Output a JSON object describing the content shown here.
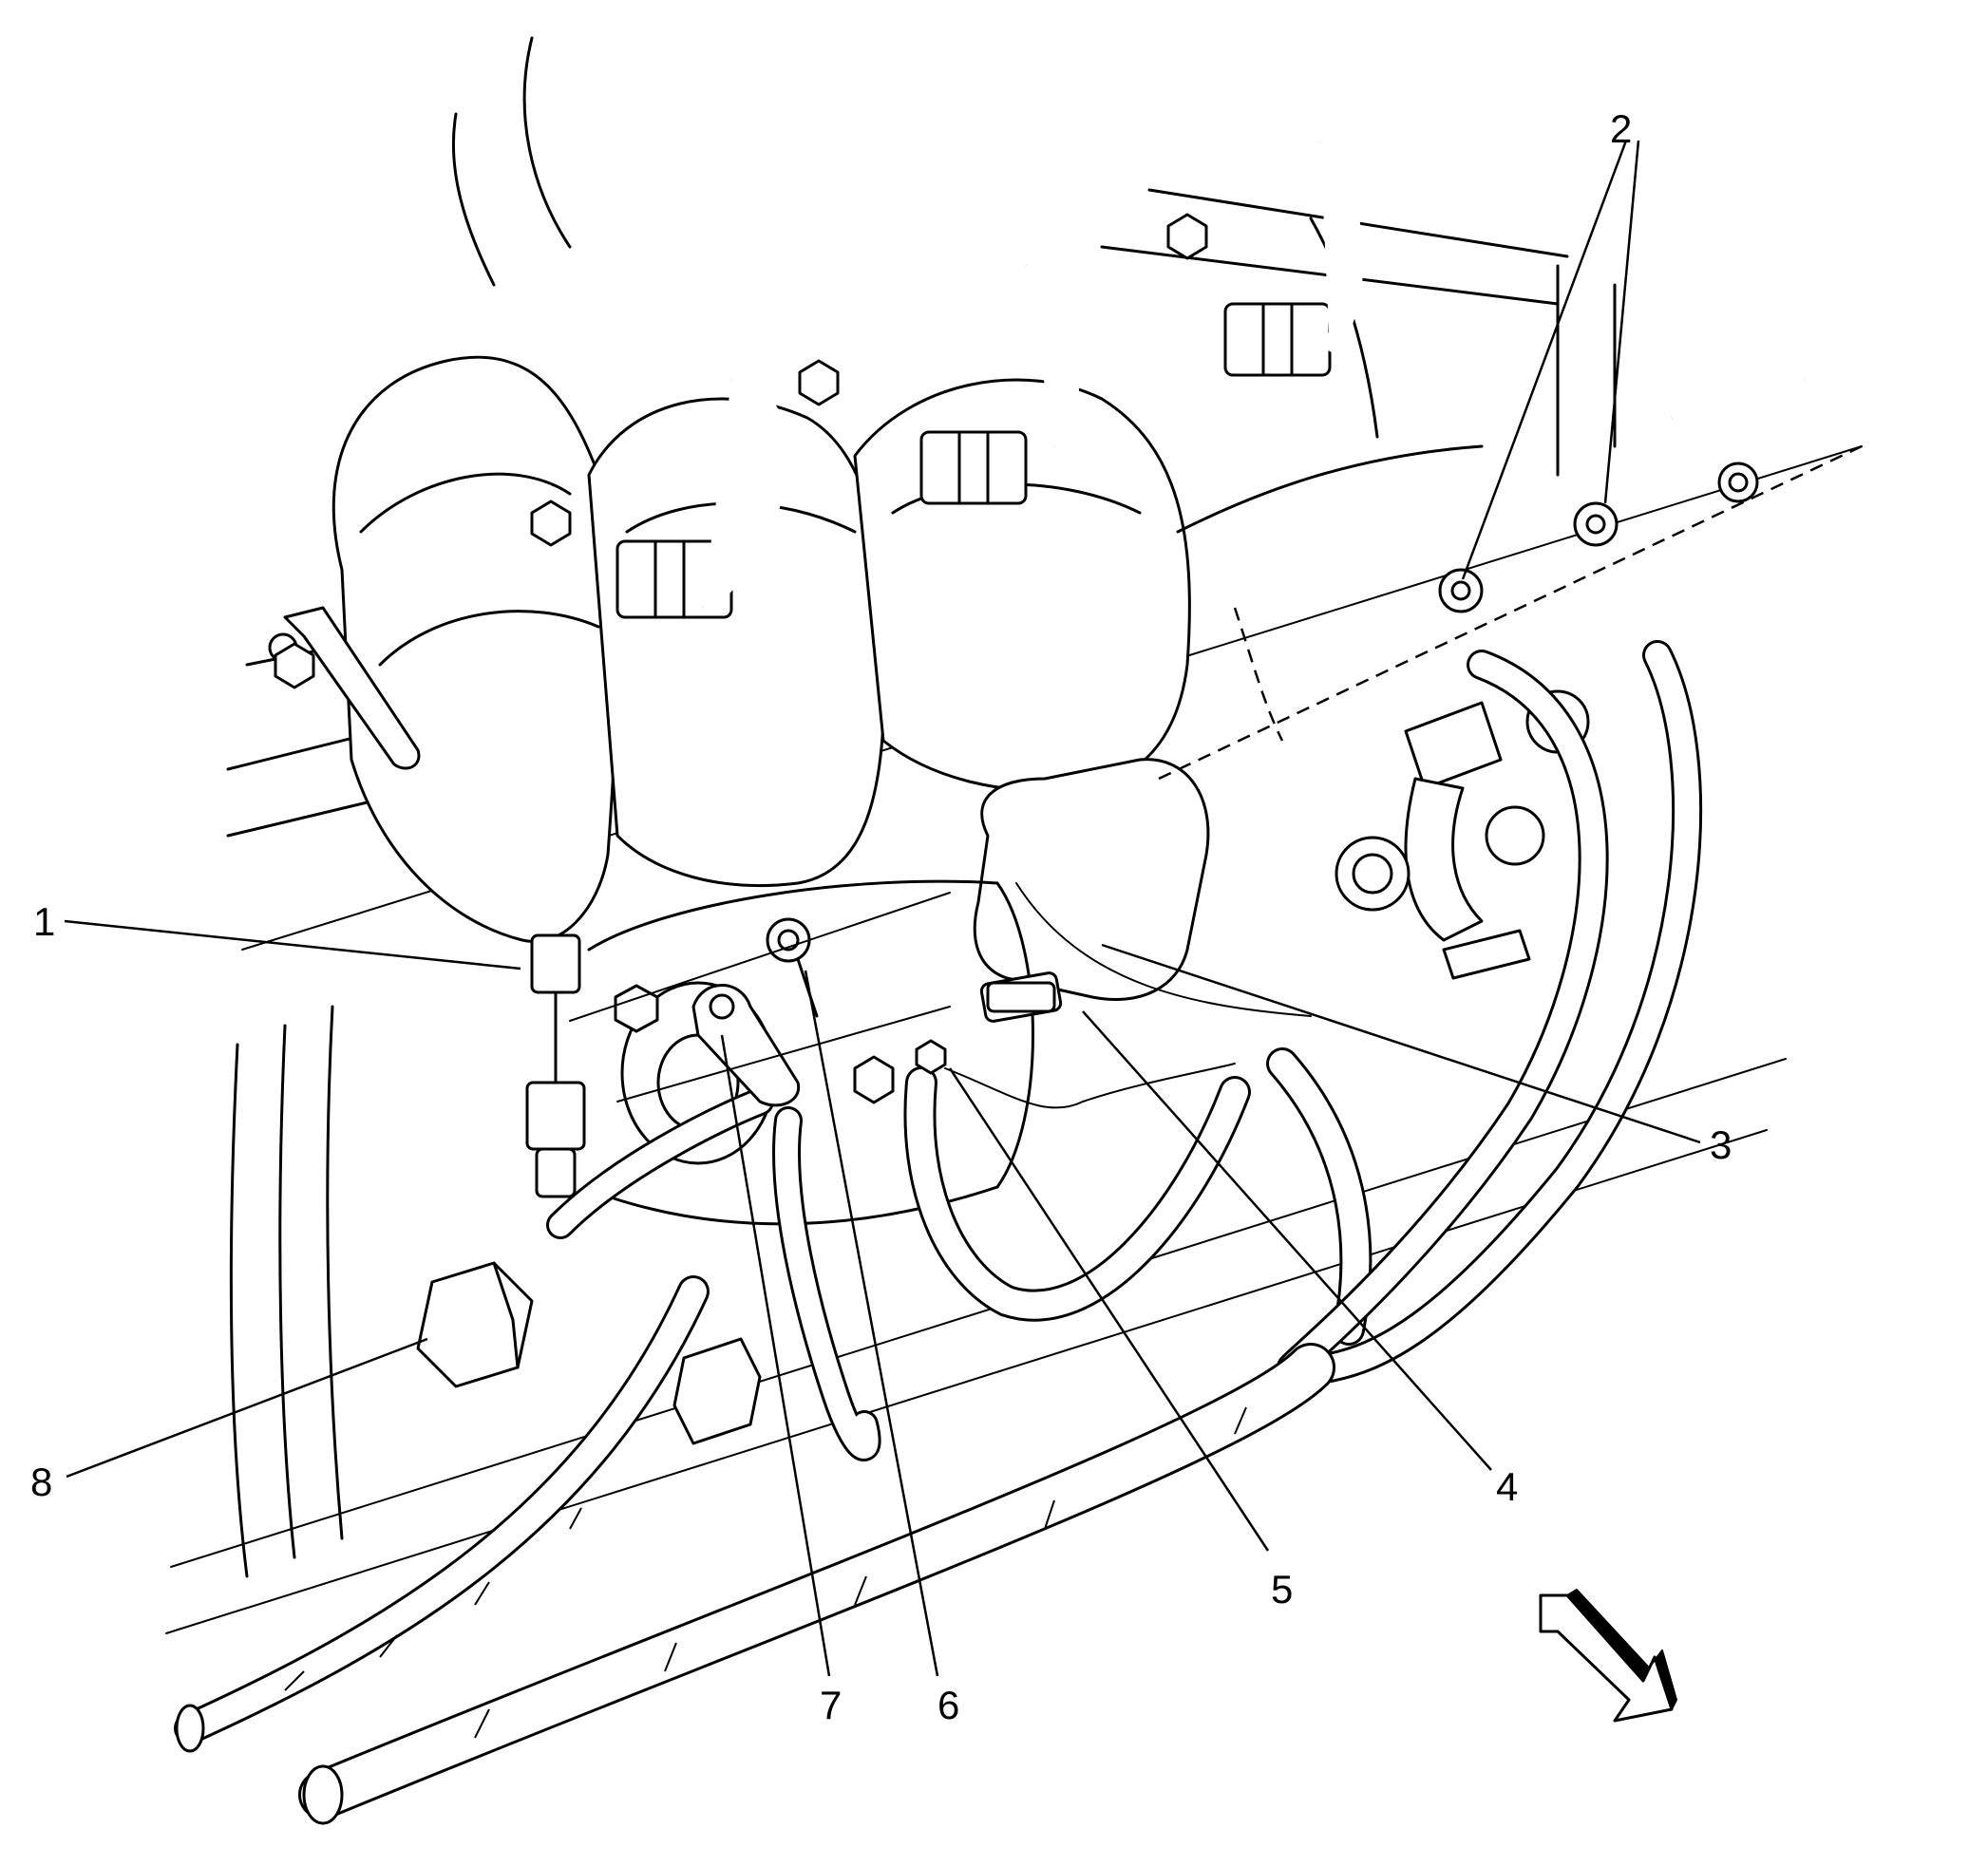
{
  "callouts": [
    {
      "id": "1",
      "label": "1"
    },
    {
      "id": "2",
      "label": "2"
    },
    {
      "id": "3",
      "label": "3"
    },
    {
      "id": "4",
      "label": "4"
    },
    {
      "id": "5",
      "label": "5"
    },
    {
      "id": "6",
      "label": "6"
    },
    {
      "id": "7",
      "label": "7"
    },
    {
      "id": "8",
      "label": "8"
    }
  ],
  "icons": {
    "direction_arrow": "front-direction-arrow-icon"
  },
  "colors": {
    "line": "#000000",
    "background": "#ffffff"
  }
}
